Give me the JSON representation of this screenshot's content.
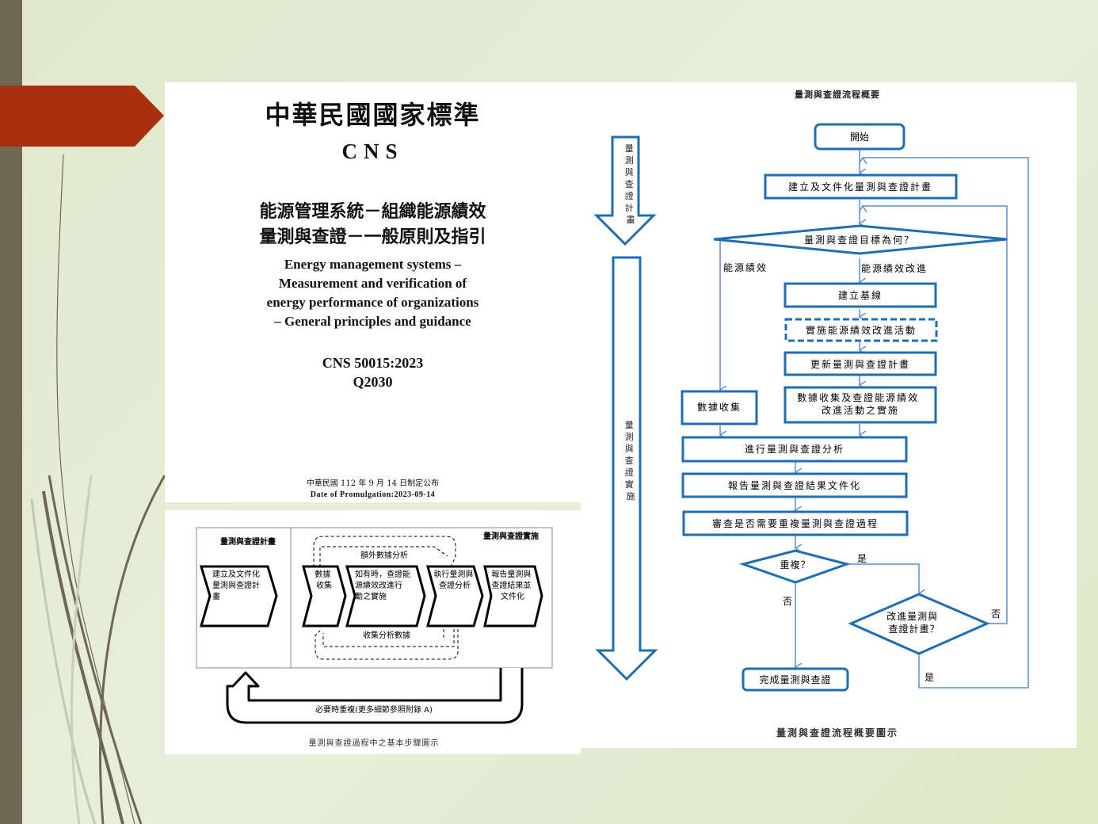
{
  "colors": {
    "background": "#e4ebd2",
    "sidebar": "#6e6851",
    "accent_arrow": "#a8300f",
    "flow_blue": "#1f6db5",
    "flow_line": "#5b8fcf"
  },
  "cover": {
    "org_title": "中華民國國家標準",
    "code_label": "CNS",
    "zh_title_line1": "能源管理系統－組織能源績效",
    "zh_title_line2": "量測與查證－一般原則及指引",
    "en_title_line1": "Energy management systems –",
    "en_title_line2": "Measurement and verification of",
    "en_title_line3": "energy performance of organizations",
    "en_title_line4": "– General principles and guidance",
    "standard_number": "CNS 50015:2023",
    "classification": "Q2030",
    "promulgation_zh": "中華民國 112 年 9 月 14 日制定公布",
    "promulgation_en": "Date of Promulgation:2023-09-14"
  },
  "steps_diagram": {
    "plan_section": "量測與查證計畫",
    "impl_section": "量測與查證實施",
    "step_plan": [
      "建立及文件化",
      "量測與查證計",
      "畫"
    ],
    "step_collect": [
      "數據",
      "收集"
    ],
    "step_implement": [
      "如有時，查證能",
      "源績效改進行",
      "動之實施"
    ],
    "step_analyze": [
      "執行量測與",
      "查證分析"
    ],
    "step_report": [
      "報告量測與",
      "查證結果並",
      "文件化"
    ],
    "extra_analysis": "額外數據分析",
    "collect_analysis": "收集分析數據",
    "repeat_note": "必要時重複(更多細節參照附錄 A)",
    "caption": "量測與查證過程中之基本步驟圖示"
  },
  "flowchart": {
    "title": "量測與查證流程概要",
    "side_plan": [
      "量",
      "測",
      "與",
      "查",
      "證",
      "計",
      "畫"
    ],
    "side_impl": [
      "量",
      "測",
      "與",
      "查",
      "證",
      "實",
      "施"
    ],
    "start": "開始",
    "establish_plan": "建立及文件化量測與查證計畫",
    "decision_goal": "量測與查證目標為何？",
    "branch_performance": "能源績效",
    "branch_improvement": "能源績效改進",
    "baseline": "建立基線",
    "implement_activity": "實施能源績效改進活動",
    "update_plan": "更新量測與查證計畫",
    "data_collection": "數據收集",
    "collect_verify": [
      "數據收集及查證能源績效",
      "改進活動之實施"
    ],
    "analysis": "進行量測與查證分析",
    "report": "報告量測與查證結果文件化",
    "review": "審查是否需要重複量測與查證過程",
    "decision_repeat": "重複？",
    "yes": "是",
    "no": "否",
    "decision_improve": [
      "改進量測與",
      "查證計畫？"
    ],
    "complete": "完成量測與查證",
    "caption": "量測與查證流程概要圖示"
  }
}
